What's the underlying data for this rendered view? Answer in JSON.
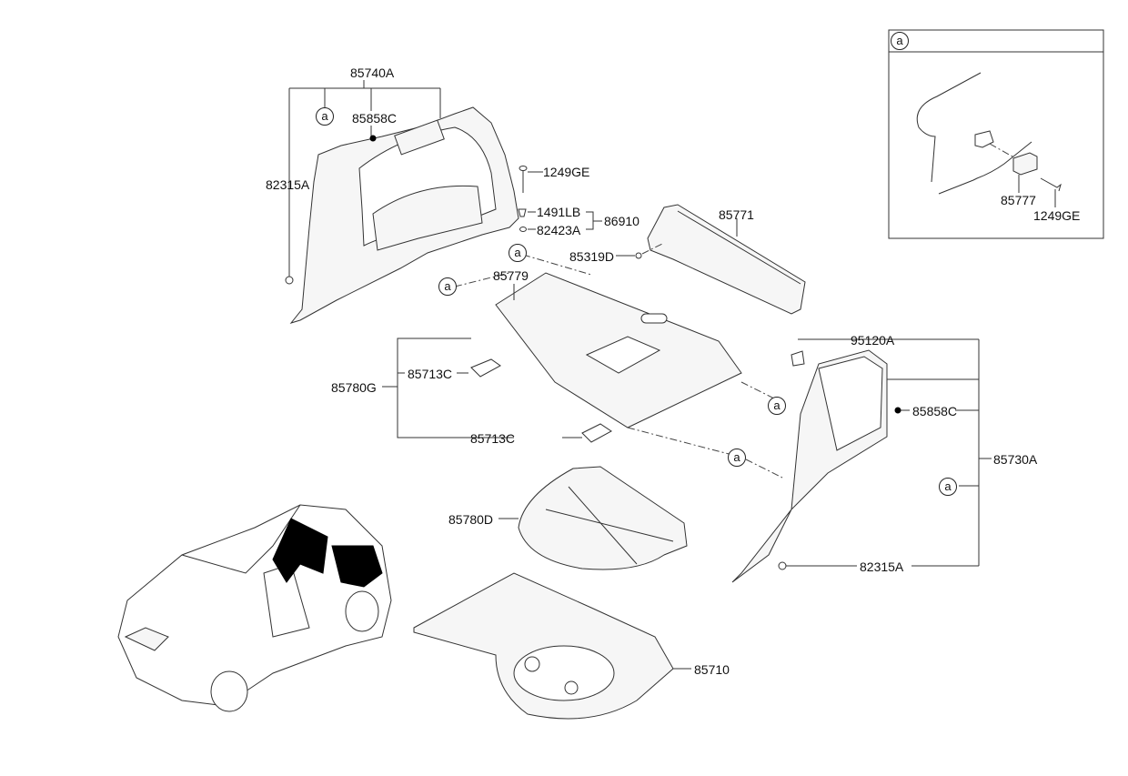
{
  "diagram": {
    "title": "Luggage compartment trim parts diagram",
    "parts": {
      "quarter_trim_left": "85740A",
      "clip_upper_left": "85858C",
      "fastener_left": "82315A",
      "screw_top": "1249GE",
      "clip_1491lb": "1491LB",
      "washer_82423a": "82423A",
      "assy_86910": "86910",
      "rear_transverse_trim": "85771",
      "fastener_85319d": "85319D",
      "cover_85779": "85779",
      "lid_assy": "85780G",
      "hinge_upper": "85713C",
      "hinge_lower": "85713C",
      "tray_85780d": "85780D",
      "floor_tray": "85710",
      "clip_95120a": "95120A",
      "clip_upper_right": "85858C",
      "quarter_trim_right": "85730A",
      "fastener_right": "82315A"
    },
    "ref_marker": "a",
    "detail_box": {
      "marker": "a",
      "part_bracket": "85777",
      "part_screw": "1249GE"
    }
  }
}
